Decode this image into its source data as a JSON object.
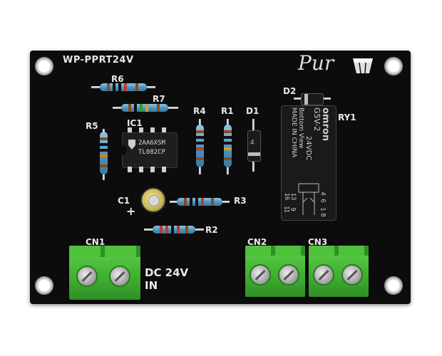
{
  "board": {
    "model": "WP-PPRT24V",
    "logo_text": "Pur"
  },
  "components": {
    "r6": "R6",
    "r7": "R7",
    "r5": "R5",
    "r4": "R4",
    "r1": "R1",
    "r3": "R3",
    "r2": "R2",
    "ic1": "IC1",
    "d1": "D1",
    "d2": "D2",
    "c1": "C1",
    "ry1": "RY1",
    "c1_polarity": "+"
  },
  "ic": {
    "line1": "2AA6XSM",
    "line2": "TL082CP"
  },
  "relay": {
    "brand": "omron",
    "model": "G5V-2",
    "voltage": "24VDC",
    "view": "Bottom View",
    "origin": "MADE IN CHINA",
    "pins": [
      "16",
      "13",
      "11",
      "9",
      "4",
      "6",
      "1",
      "8"
    ]
  },
  "diode_d1_marking": "4",
  "connectors": {
    "cn1": "CN1",
    "cn2": "CN2",
    "cn3": "CN3"
  },
  "power_label": {
    "line1": "DC 24V",
    "line2": "IN"
  },
  "colors": {
    "pcb": "#0c0c0c",
    "silkscreen": "#e8e8e8",
    "resistor_body": "#4c93bd",
    "terminal_green": "#44b535",
    "relay_body": "#1a1a1a",
    "capacitor": "#c9b85a"
  }
}
